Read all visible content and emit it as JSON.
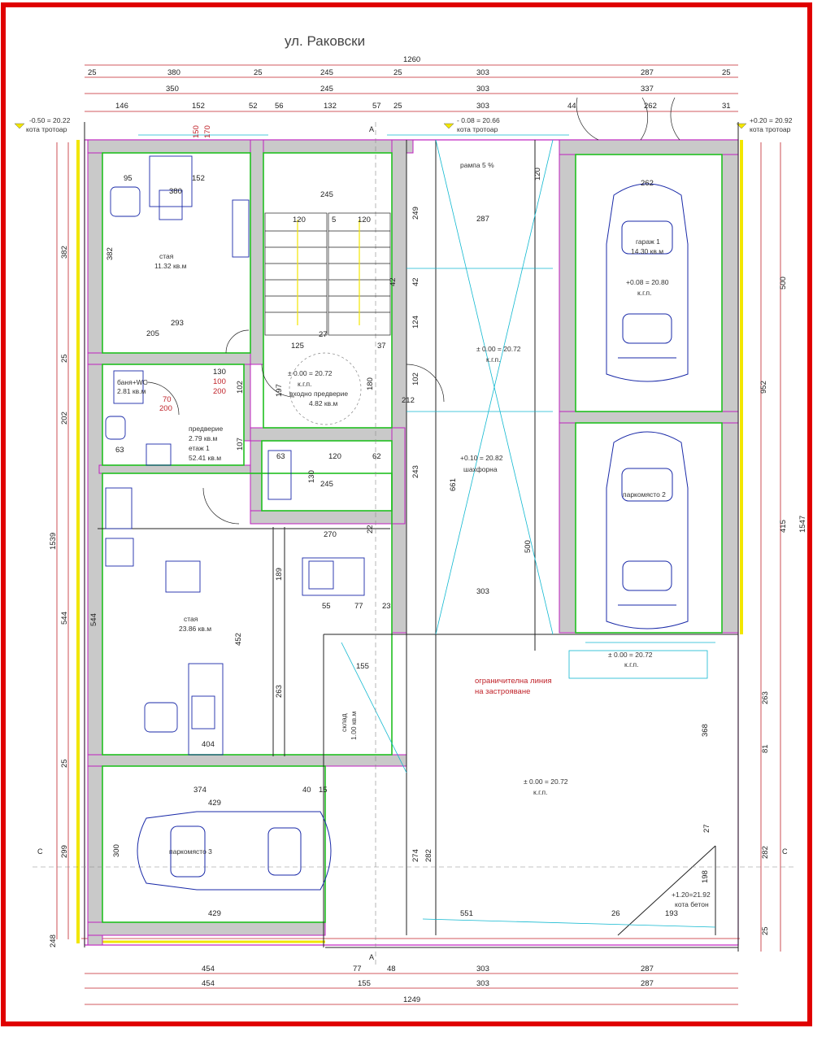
{
  "street_name": "ул. Раковски",
  "colors": {
    "border": "#e00000",
    "wall_fill": "#c9c9c9",
    "wall_outline_magenta": "#c020c0",
    "green_line": "#20c020",
    "red_dim": "#c0232a",
    "yellow": "#f2e600",
    "cyan": "#10b8d0",
    "dark_line": "#222222"
  },
  "top_dims": {
    "overall": "1260",
    "row1": [
      "25",
      "380",
      "25",
      "245",
      "25",
      "303",
      "287",
      "25"
    ],
    "row2": [
      "350",
      "245",
      "303",
      "337"
    ],
    "row3": [
      "146",
      "152",
      "52",
      "56",
      "132",
      "57",
      "25",
      "303",
      "44",
      "262",
      "31"
    ]
  },
  "bottom_dims": {
    "row1": [
      "454",
      "77",
      "48",
      "303",
      "287"
    ],
    "row2": [
      "454",
      "155",
      "303",
      "287"
    ],
    "overall": "1249"
  },
  "left_dims": [
    "382",
    "25",
    "202",
    "1539",
    "544",
    "25",
    "299",
    "248"
  ],
  "right_dims": [
    "500",
    "952",
    "415",
    "1547",
    "263",
    "81",
    "282",
    "25"
  ],
  "levels": {
    "top_left": [
      "-0.50 = 20.22",
      "кота тротоар"
    ],
    "top_mid": [
      "- 0.08 = 20.66",
      "кота тротоар"
    ],
    "top_right": [
      "+0.20 = 20.92",
      "кота тротоар"
    ],
    "ramp": "рампа 5 %",
    "zero1": [
      "± 0.00 = 20.72",
      "к.г.п."
    ],
    "zero2": [
      "± 0.00 = 20.72",
      "к.г.п."
    ],
    "zero3": [
      "± 0.00 = 20.72",
      "к.г.п."
    ],
    "zero4": [
      "± 0.00 = 20.72",
      "к.г.п."
    ],
    "garage_lvl": [
      "+0.08 = 20.80",
      "к.г.п."
    ],
    "shaft_lvl": [
      "+0.10 = 20.82",
      "шахфорна"
    ],
    "corner": [
      "+1.20=21.92",
      "кота бетон"
    ]
  },
  "rooms": {
    "stan1": [
      "стая",
      "11.32 кв.м"
    ],
    "bath": [
      "баня+WC",
      "2.81 кв.м"
    ],
    "hall": [
      "предверие",
      "2.79 кв.м",
      "етаж 1",
      "52.41 кв.м"
    ],
    "entry": [
      "входно предверие",
      "4.82 кв.м"
    ],
    "stan2": [
      "стая",
      "23.86 кв.м"
    ],
    "storage": [
      "склад",
      "1.00 кв.м"
    ],
    "garage1": [
      "гараж 1",
      "14.30 кв.м"
    ],
    "park2": "паркомясто 2",
    "park3": "паркомясто 3",
    "limit_line": [
      "ограничителна линия",
      "на застрояване"
    ]
  },
  "markers": {
    "section_a": "A",
    "section_c": "C"
  },
  "inner_dims": [
    "95",
    "152",
    "380",
    "382",
    "293",
    "205",
    "150",
    "170",
    "245",
    "120",
    "5",
    "120",
    "37",
    "125",
    "27",
    "130",
    "100",
    "200",
    "70",
    "200",
    "102",
    "107",
    "197",
    "180",
    "102",
    "212",
    "63",
    "120",
    "62",
    "130",
    "245",
    "63",
    "243",
    "661",
    "500",
    "303",
    "270",
    "22",
    "189",
    "55",
    "77",
    "23",
    "155",
    "544",
    "452",
    "404",
    "263",
    "374",
    "429",
    "429",
    "40",
    "15",
    "300",
    "274",
    "282",
    "551",
    "26",
    "193",
    "368",
    "198",
    "27",
    "120",
    "287",
    "262",
    "249",
    "124",
    "42",
    "42"
  ]
}
